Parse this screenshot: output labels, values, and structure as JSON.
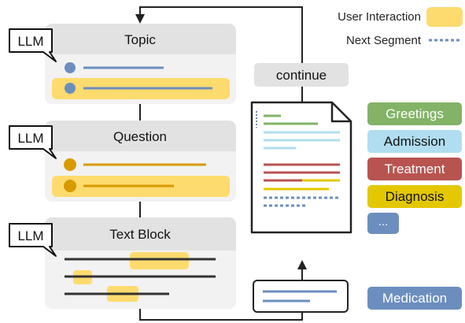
{
  "legend": {
    "user_interaction": "User Interaction",
    "next_segment": "Next Segment"
  },
  "panels": {
    "topic": "Topic",
    "question": "Question",
    "text_block": "Text Block"
  },
  "llm_label": "LLM",
  "continue_label": "continue",
  "categories": {
    "greetings": "Greetings",
    "admission": "Admission",
    "treatment": "Treatment",
    "diagnosis": "Diagnosis",
    "more": "...",
    "medication": "Medication"
  },
  "colors": {
    "panel_bg": "#f2f2f2",
    "panel_header": "#e2e2e2",
    "highlight": "#fedb6e",
    "blue": "#6c8ebf",
    "orange": "#d79b00",
    "green": "#82b366",
    "light_blue": "#b1ddf0",
    "red": "#b85450",
    "yellow": "#e3c800",
    "line": "#333333"
  }
}
